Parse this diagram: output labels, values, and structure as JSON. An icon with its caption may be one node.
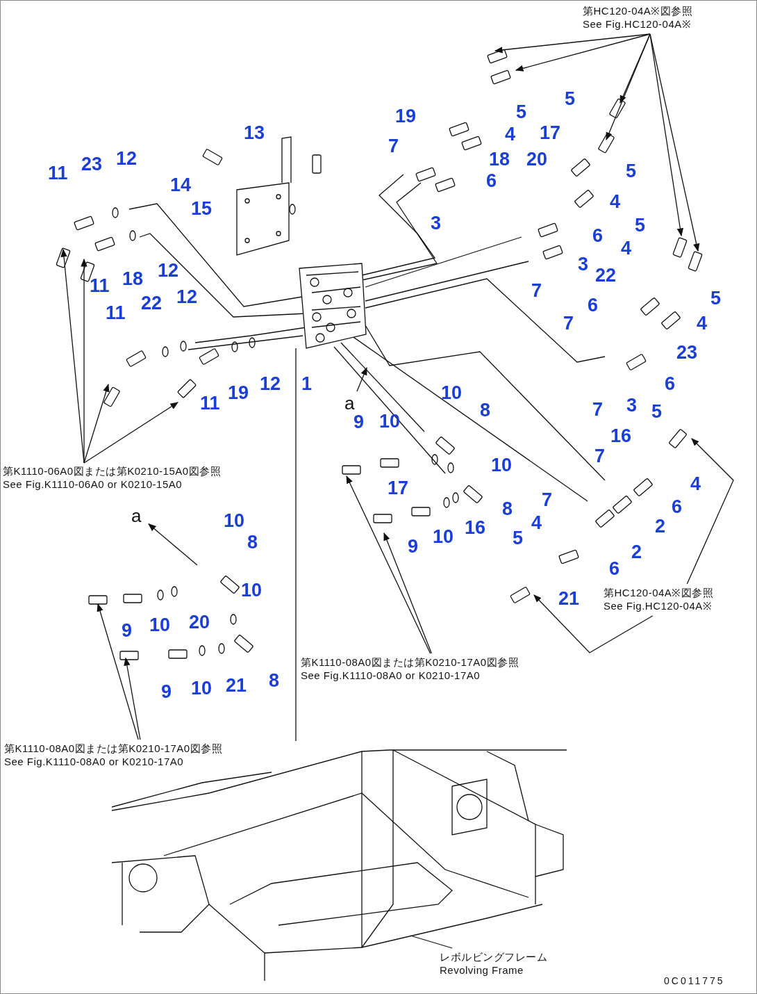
{
  "diagram": {
    "nodes": [
      {
        "text": [
          "第HC120-04A※図参照",
          "See Fig.HC120-04A※"
        ]
      },
      {
        "text": [
          "第K1110-06A0図または第K0210-15A0図参照",
          "See Fig.K1110-06A0 or K0210-15A0"
        ]
      },
      {
        "text": [
          "第K1110-08A0図または第K0210-17A0図参照",
          "See Fig.K1110-08A0 or K0210-17A0"
        ]
      },
      {
        "text": [
          "第K1110-08A0図または第K0210-17A0図参照",
          "See Fig.K1110-08A0 or K0210-17A0"
        ]
      },
      {
        "text": [
          "第HC120-04A※図参照",
          "See Fig.HC120-04A※"
        ]
      },
      {
        "text": [
          "レボルビングフレーム",
          "Revolving Frame"
        ]
      },
      {
        "text": [
          "a"
        ]
      },
      {
        "text": [
          "a"
        ]
      }
    ],
    "edges": [
      {
        "from": 0,
        "to": null,
        "arrow": "to"
      },
      {
        "from": 0,
        "to": null,
        "arrow": "to"
      },
      {
        "from": 0,
        "to": null,
        "arrow": "to"
      },
      {
        "from": 0,
        "to": null,
        "arrow": "to"
      },
      {
        "from": 0,
        "to": null,
        "arrow": "to"
      },
      {
        "from": 0,
        "to": null,
        "arrow": "to"
      },
      {
        "from": 1,
        "to": null,
        "arrow": "to"
      },
      {
        "from": 1,
        "to": null,
        "arrow": "to"
      },
      {
        "from": 1,
        "to": null,
        "arrow": "to"
      },
      {
        "from": 1,
        "to": null,
        "arrow": "to"
      },
      {
        "from": 2,
        "to": null,
        "arrow": "to"
      },
      {
        "from": 2,
        "to": null,
        "arrow": "to"
      },
      {
        "from": 3,
        "to": null,
        "arrow": "to"
      },
      {
        "from": 3,
        "to": null,
        "arrow": "to"
      },
      {
        "from": 4,
        "to": null,
        "arrow": "to"
      },
      {
        "from": 4,
        "to": null,
        "arrow": "to"
      },
      {
        "from": 5,
        "to": null,
        "arrow": "none"
      },
      {
        "from": 6,
        "to": null,
        "arrow": "to"
      },
      {
        "from": null,
        "to": 7,
        "arrow": "to"
      }
    ],
    "labels": [
      "13",
      "19",
      "5",
      "5",
      "4",
      "17",
      "11",
      "23",
      "12",
      "7",
      "18",
      "20",
      "14",
      "5",
      "6",
      "4",
      "15",
      "3",
      "5",
      "6",
      "4",
      "12",
      "18",
      "11",
      "3",
      "22",
      "7",
      "5",
      "12",
      "22",
      "11",
      "6",
      "7",
      "4",
      "23",
      "1",
      "12",
      "19",
      "11",
      "6",
      "10",
      "3",
      "7",
      "5",
      "8",
      "9",
      "10",
      "16",
      "7",
      "10",
      "17",
      "4",
      "7",
      "6",
      "8",
      "4",
      "2",
      "10",
      "10",
      "16",
      "5",
      "8",
      "9",
      "2",
      "6",
      "10",
      "21",
      "20",
      "10",
      "9",
      "8",
      "21",
      "9",
      "10",
      "0C011775"
    ]
  }
}
